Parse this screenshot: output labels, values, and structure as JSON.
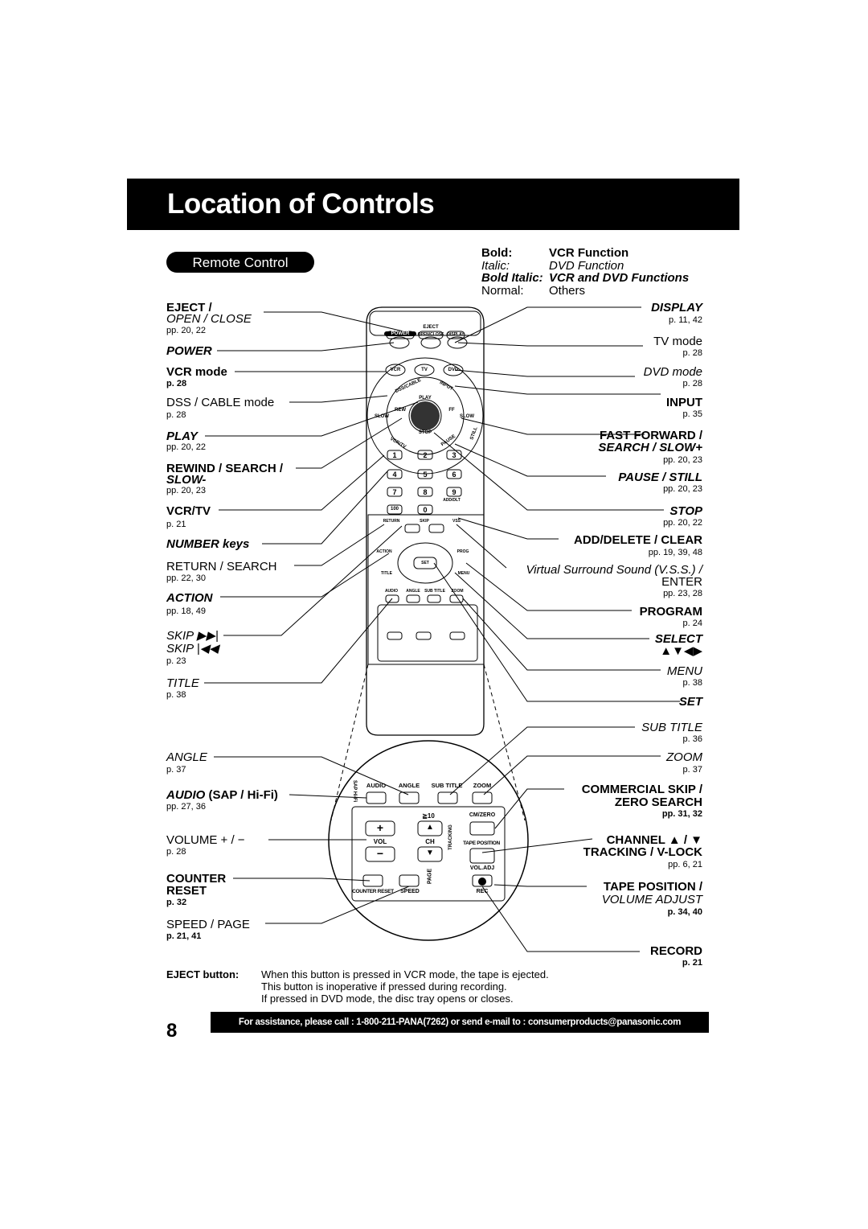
{
  "header": {
    "title": "Location of Controls",
    "section": "Remote Control"
  },
  "legend": [
    {
      "key": "Bold:",
      "value": "VCR Function",
      "style": "bold"
    },
    {
      "key": "Italic:",
      "value": "DVD Function",
      "style": "italic"
    },
    {
      "key": "Bold Italic:",
      "value": "VCR and DVD Functions",
      "style": "bolditalic"
    },
    {
      "key": "Normal:",
      "value": "Others",
      "style": "normal"
    }
  ],
  "left_labels": {
    "eject": "EJECT /",
    "open_close": "OPEN / CLOSE",
    "eject_pg": "pp. 20, 22",
    "power": "POWER",
    "vcr_mode": "VCR mode",
    "vcr_mode_pg": "p. 28",
    "dss_mode": "DSS / CABLE mode",
    "dss_pg": "p. 28",
    "play": "PLAY",
    "play_pg": "pp. 20, 22",
    "rewind": "REWIND / SEARCH /",
    "slow_minus": "SLOW-",
    "rewind_pg": "pp. 20, 23",
    "vcr_tv": "VCR/TV",
    "vcr_tv_pg": "p. 21",
    "number_keys": "NUMBER keys",
    "return_search": "RETURN / SEARCH",
    "return_pg": "pp. 22, 30",
    "action": "ACTION",
    "action_pg": "pp. 18, 49",
    "skip_fwd": "SKIP ▶▶|",
    "skip_back": "SKIP |◀◀",
    "skip_pg": "p. 23",
    "title": "TITLE",
    "title_pg": "p. 38",
    "angle": "ANGLE",
    "angle_pg": "p. 37",
    "audio": "AUDIO",
    "audio_sap": "(SAP / Hi-Fi)",
    "audio_pg": "pp. 27, 36",
    "volume": "VOLUME + / −",
    "volume_pg": "p. 28",
    "counter": "COUNTER",
    "reset": "RESET",
    "counter_pg": "p. 32",
    "speed_page": "SPEED / PAGE",
    "speed_pg": "p. 21, 41"
  },
  "right_labels": {
    "display": "DISPLAY",
    "display_pg": "p. 11, 42",
    "tv_mode": "TV mode",
    "tv_pg": "p. 28",
    "dvd_mode": "DVD mode",
    "dvd_pg": "p. 28",
    "input": "INPUT",
    "input_pg": "p. 35",
    "ff": "FAST FORWARD /",
    "search_slow": "SEARCH / SLOW+",
    "ff_pg": "pp. 20, 23",
    "pause": "PAUSE / STILL",
    "pause_pg": "pp. 20, 23",
    "stop": "STOP",
    "stop_pg": "pp. 20, 22",
    "add_delete": "ADD/DELETE / CLEAR",
    "add_pg": "pp. 19, 39, 48",
    "vss": "Virtual Surround Sound (V.S.S.) /",
    "enter": "ENTER",
    "vss_pg": "pp. 23, 28",
    "program": "PROGRAM",
    "program_pg": "p. 24",
    "select": "SELECT",
    "select_arrows": "▲▼◀▶",
    "menu": "MENU",
    "menu_pg": "p. 38",
    "set": "SET",
    "sub_title": "SUB TITLE",
    "sub_pg": "p. 36",
    "zoom": "ZOOM",
    "zoom_pg": "p. 37",
    "cm_skip": "COMMERCIAL SKIP /",
    "zero_search": "ZERO SEARCH",
    "cm_pg": "pp. 31, 32",
    "channel": "CHANNEL ▲ / ▼",
    "tracking": "TRACKING / V-LOCK",
    "ch_pg": "pp. 6, 21",
    "tape_pos": "TAPE POSITION /",
    "vol_adj": "VOLUME ADJUST",
    "tape_pg": "p. 34, 40",
    "record": "RECORD",
    "record_pg": "p. 21"
  },
  "remote_buttons": {
    "power": "POWER",
    "eject": "EJECT",
    "open_close": "OPEN/CLOSE",
    "display": "DISPLAY",
    "vcr": "VCR",
    "tv": "TV",
    "dvd": "DVD",
    "dss": "DSS/CABLE",
    "input": "INPUT",
    "play": "PLAY",
    "rew": "REW",
    "ff": "FF",
    "slow_l": "SLOW",
    "slow_r": "SLOW",
    "stop": "STOP",
    "vcrtv": "VCR/TV",
    "pause": "PAUSE",
    "still": "STILL",
    "n1": "1",
    "n2": "2",
    "n3": "3",
    "n4": "4",
    "n5": "5",
    "n6": "6",
    "n7": "7",
    "n8": "8",
    "n9": "9",
    "n100": "100",
    "n0": "0",
    "add_dlt": "ADD/DLT",
    "return": "RETURN",
    "skip": "SKIP",
    "vss": "VSS",
    "action": "ACTION",
    "prog": "PROG",
    "title": "TITLE",
    "menu": "MENU",
    "set": "SET",
    "audio": "AUDIO",
    "angle": "ANGLE",
    "subtitle": "SUB TITLE",
    "zoom": "ZOOM",
    "ge10": "≧10",
    "cm_zero": "CM/ZERO",
    "vol": "VOL",
    "ch": "CH",
    "tape_position": "TAPE POSITION",
    "vol_adj": "VOL.ADJ",
    "counter_reset": "COUNTER RESET",
    "speed": "SPEED",
    "rec": "REC",
    "tracking": "TRACKING",
    "page": "PAGE",
    "sap": "SAP Hi-Fi"
  },
  "note": {
    "key": "EJECT button:",
    "lines": [
      "When this button is pressed in VCR mode, the tape is ejected.",
      "This button is inoperative if pressed during recording.",
      "If pressed in DVD mode, the disc tray opens or closes."
    ]
  },
  "page_number": "8",
  "footer": "For assistance, please call : 1-800-211-PANA(7262) or send e-mail to : consumerproducts@panasonic.com"
}
